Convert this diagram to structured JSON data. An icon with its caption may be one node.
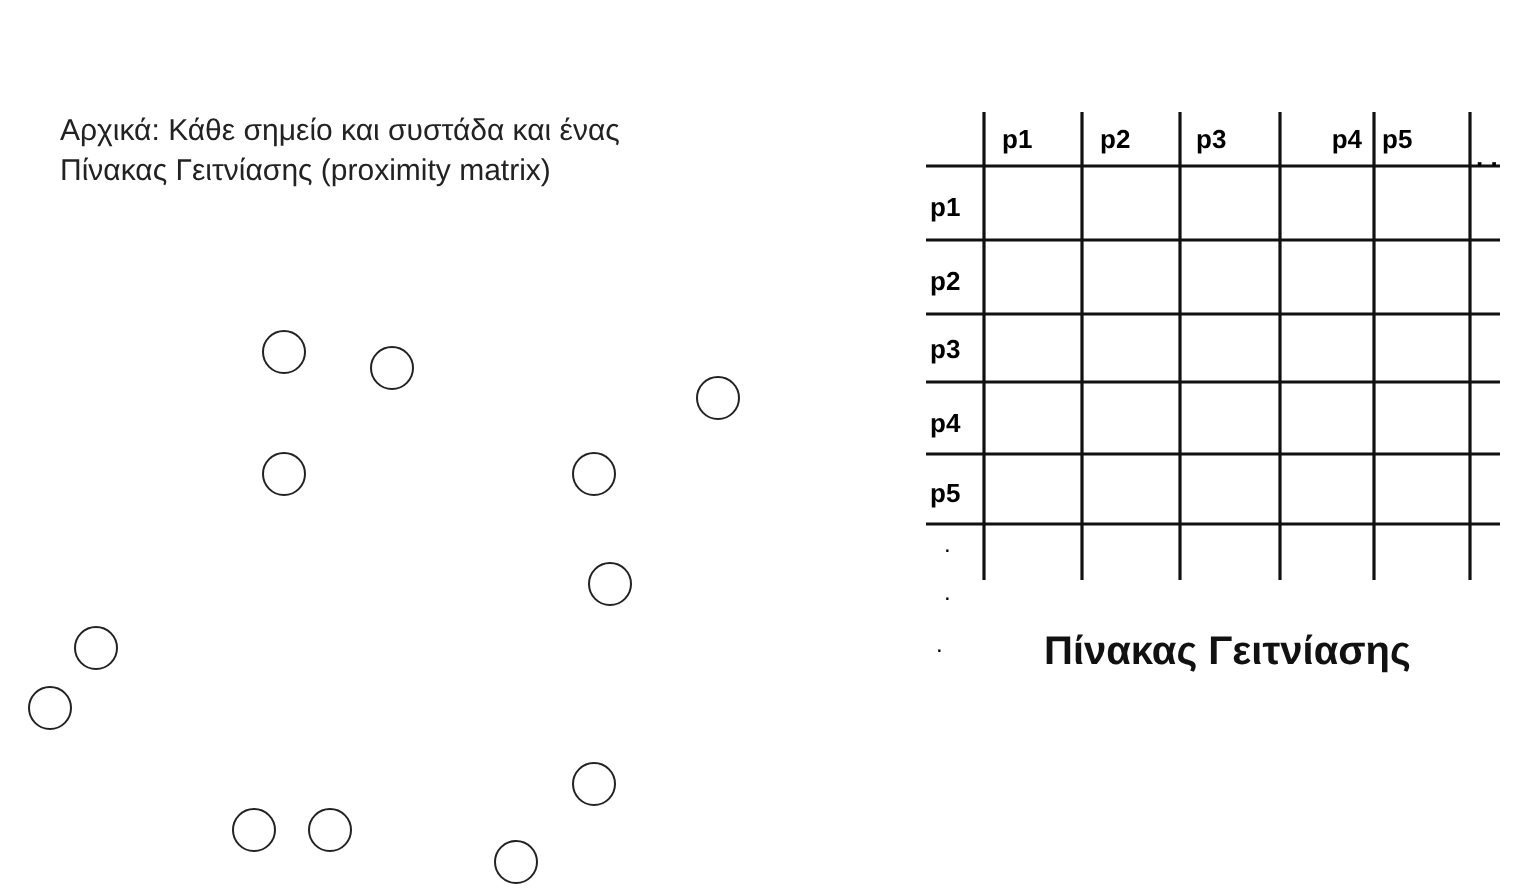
{
  "diagram": {
    "nodes": [
      {
        "text": [],
        "shape": "circle"
      },
      {
        "text": [],
        "shape": "circle"
      },
      {
        "text": [],
        "shape": "circle"
      },
      {
        "text": [],
        "shape": "circle"
      },
      {
        "text": [],
        "shape": "circle"
      },
      {
        "text": [],
        "shape": "circle"
      },
      {
        "text": [],
        "shape": "circle"
      },
      {
        "text": [],
        "shape": "circle"
      },
      {
        "text": [],
        "shape": "circle"
      },
      {
        "text": [],
        "shape": "circle"
      },
      {
        "text": [],
        "shape": "circle"
      },
      {
        "text": [],
        "shape": "circle"
      }
    ],
    "edges": [],
    "labels": [
      "Αρχικά: Κάθε σημείο και συστάδα και ένας Πίνακας Γειτνίασης (proximity matrix)",
      "p1",
      "p2",
      "p3",
      "p4",
      "p5",
      ". .",
      "p1",
      "p2",
      "p3",
      "p4",
      "p5",
      ".",
      ".",
      ".",
      "Πίνακας Γειτνίασης"
    ]
  }
}
